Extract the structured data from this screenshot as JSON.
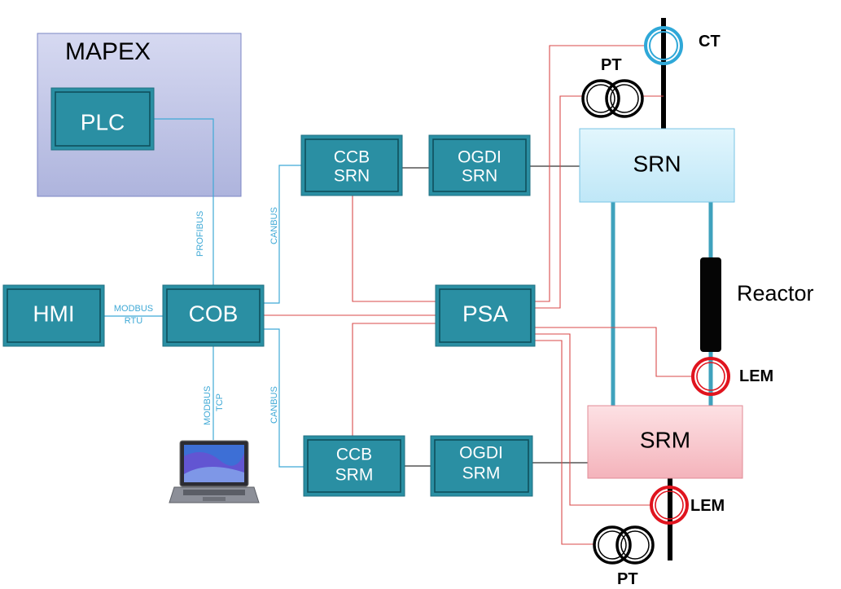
{
  "mapex": {
    "title": "MAPEX"
  },
  "boxes": {
    "plc": "PLC",
    "hmi": "HMI",
    "cob": "COB",
    "psa": "PSA",
    "ccb_srn": [
      "CCB",
      "SRN"
    ],
    "ogdi_srn": [
      "OGDI",
      "SRN"
    ],
    "ccb_srm": [
      "CCB",
      "SRM"
    ],
    "ogdi_srm": [
      "OGDI",
      "SRM"
    ],
    "srn": "SRN",
    "srm": "SRM"
  },
  "bus_labels": {
    "profibus": "PROFIBUS",
    "canbus_top": "CANBUS",
    "canbus_bottom": "CANBUS",
    "modbus_rtu": [
      "MODBUS",
      "RTU"
    ],
    "modbus_tcp": [
      "MODBUS",
      "TCP"
    ]
  },
  "sensor_labels": {
    "ct": "CT",
    "pt_top": "PT",
    "pt_bottom": "PT",
    "lem_top": "LEM",
    "lem_bottom": "LEM",
    "reactor": "Reactor"
  },
  "colors": {
    "box": "#2a8fa3",
    "mapex_bg": "#c3c7e6",
    "srn_bg": "#cdeefa",
    "srm_bg": "#f9c9cf",
    "signal_blue": "#3fa9d6",
    "signal_red": "#d94a4a",
    "ct_ring": "#2fa8d8",
    "lem_ring": "#e0141e"
  },
  "icons": [
    "laptop-icon"
  ]
}
